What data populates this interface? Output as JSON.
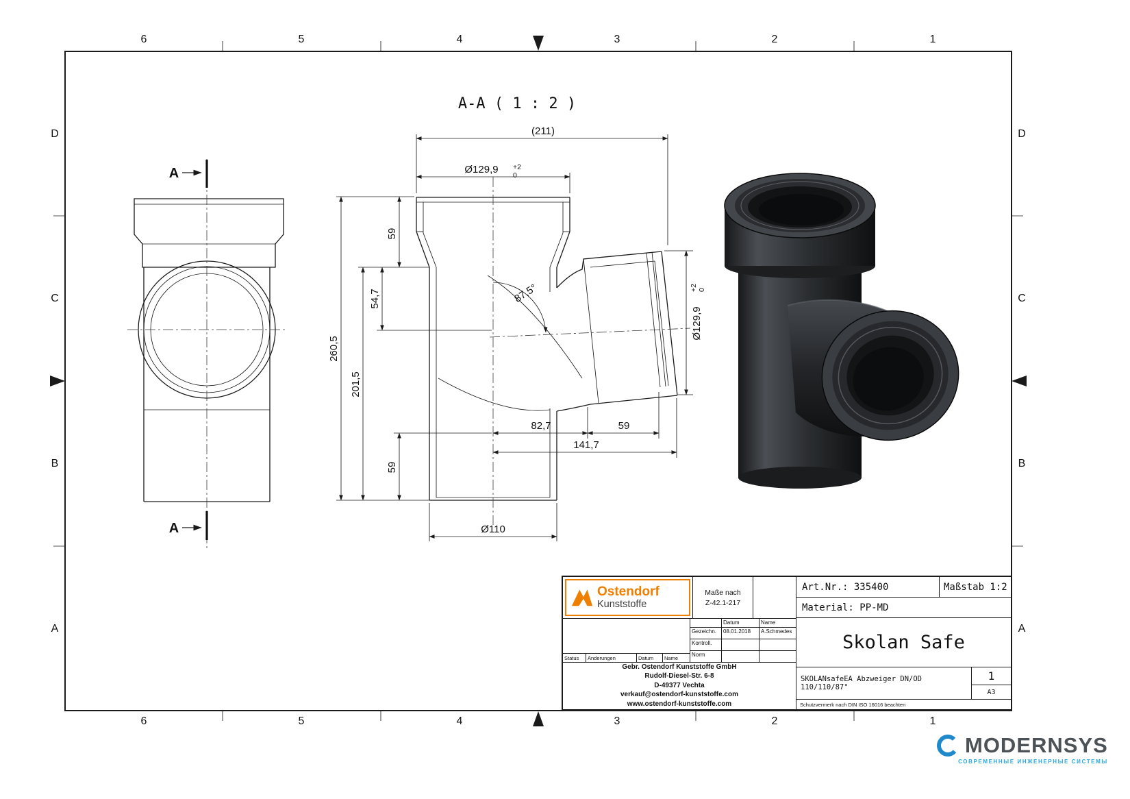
{
  "colors": {
    "accent_orange": "#ee7f00",
    "watermark_blue": "#29a8dc",
    "line_color": "#1a1a1a",
    "render_gray": "#2e3134"
  },
  "sheet": {
    "grid_columns": [
      "6",
      "5",
      "4",
      "3",
      "2",
      "1"
    ],
    "grid_rows": [
      "D",
      "C",
      "B",
      "A"
    ]
  },
  "drawing": {
    "section_title": "A-A ( 1 : 2 )",
    "section_label": "A",
    "dims": {
      "overall_width": "(211)",
      "socket_outer_dia": "Ø129,9",
      "tol_plus": "+2",
      "tol_zero": "0",
      "socket_depth_top": "59",
      "offset_54_7": "54,7",
      "overall_height": "260,5",
      "body_height": "201,5",
      "branch_angle": "87,5°",
      "offset_82_7": "82,7",
      "branch_socket_depth": "59",
      "branch_length": "141,7",
      "socket_depth_bottom": "59",
      "pipe_dia": "Ø110",
      "branch_socket_dia": "Ø129,9"
    }
  },
  "title_block": {
    "logo": {
      "name": "Ostendorf",
      "sub": "Kunststoffe"
    },
    "masse_nach_line1": "Maße nach",
    "masse_nach_line2": "Z-42.1-217",
    "art_nr": "Art.Nr.: 335400",
    "massstab": "Maßstab 1:2",
    "material": "Material: PP-MD",
    "approval": {
      "col_datum": "Datum",
      "col_name": "Name",
      "gezeichn_label": "Gezeichn.",
      "gezeichn_datum": "08.01.2018",
      "gezeichn_name": "A.Schmedes",
      "kontroll_label": "Kontroll.",
      "norm_label": "Norm",
      "status_label": "Status",
      "aenderungen_label": "Änderungen",
      "datum_label": "Datum",
      "name_label": "Name"
    },
    "company": {
      "line1": "Gebr. Ostendorf Kunststoffe GmbH",
      "line2": "Rudolf-Diesel-Str. 6-8",
      "line3": "D-49377 Vechta",
      "line4": "verkauf@ostendorf-kunststoffe.com",
      "line5": "www.ostendorf-kunststoffe.com"
    },
    "product_name": "Skolan Safe",
    "description": "SKOLANsafeEA Abzweiger DN/OD 110/110/87°",
    "sheet_no": "1",
    "format": "A3",
    "schutzvermerk": "Schutzvermerk nach DIN ISO 16016 beachten"
  },
  "watermark": {
    "name": "MODERNSYS",
    "subtitle": "СОВРЕМЕННЫЕ ИНЖЕНЕРНЫЕ СИСТЕМЫ"
  }
}
